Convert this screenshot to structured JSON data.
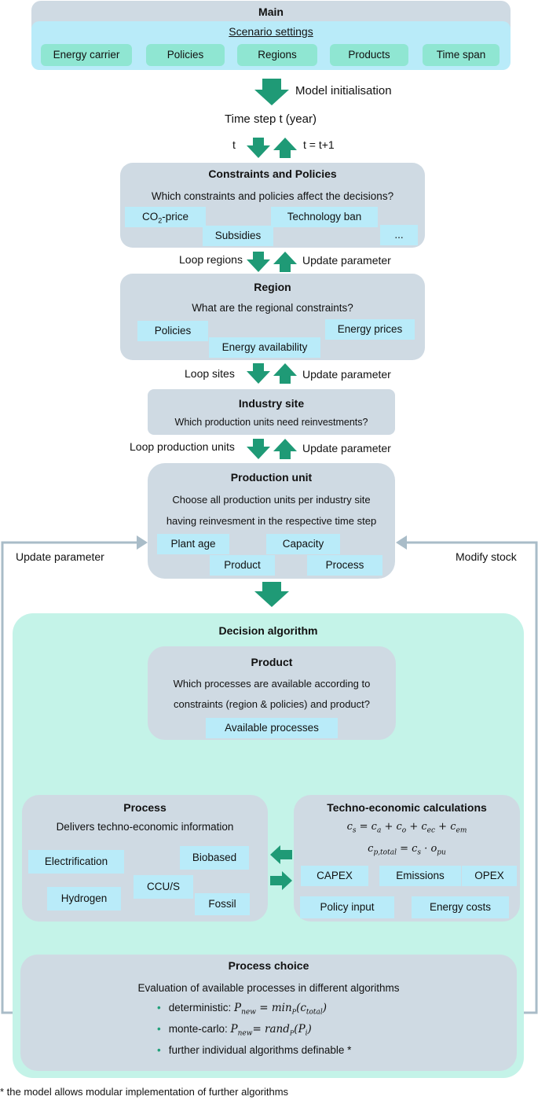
{
  "main": {
    "title": "Main",
    "scenario_settings": "Scenario settings",
    "settings": [
      "Energy carrier",
      "Policies",
      "Regions",
      "Products",
      "Time span"
    ]
  },
  "flow": {
    "model_init": "Model initialisation",
    "time_step": "Time step t (year)",
    "t": "t",
    "t_next": "t = t+1",
    "loop_regions": "Loop regions",
    "loop_sites": "Loop sites",
    "loop_units": "Loop production units",
    "update_parameter": "Update parameter",
    "update_parameter_left": "Update parameter",
    "modify_stock": "Modify stock"
  },
  "constraints": {
    "title": "Constraints and Policies",
    "question": "Which constraints and policies affect the decisions?",
    "co2_prefix": "CO",
    "co2_sub": "2",
    "co2_suffix": "-price",
    "tech_ban": "Technology ban",
    "subsidies": "Subsidies",
    "more": "..."
  },
  "region": {
    "title": "Region",
    "question": "What are the regional constraints?",
    "policies": "Policies",
    "energy_prices": "Energy prices",
    "energy_availability": "Energy availability"
  },
  "industry_site": {
    "title": "Industry site",
    "question": "Which production units need reinvestments?"
  },
  "production_unit": {
    "title": "Production unit",
    "line1": "Choose all production units per industry site",
    "line2": "having reinvesment in the respective time step",
    "plant_age": "Plant age",
    "capacity": "Capacity",
    "product": "Product",
    "process": "Process"
  },
  "decision": {
    "title": "Decision algorithm",
    "product": {
      "title": "Product",
      "line1": "Which processes are available according to",
      "line2": "constraints (region & policies) and product?",
      "available": "Available processes"
    },
    "process": {
      "title": "Process",
      "subtitle": "Delivers techno-economic information",
      "electrification": "Electrification",
      "biobased": "Biobased",
      "ccus": "CCU/S",
      "hydrogen": "Hydrogen",
      "fossil": "Fossil"
    },
    "techno": {
      "title": "Techno-economic calculations",
      "capex": "CAPEX",
      "emissions": "Emissions",
      "opex": "OPEX",
      "policy_input": "Policy input",
      "energy_costs": "Energy costs"
    },
    "choice": {
      "title": "Process choice",
      "subtitle": "Evaluation of available processes in different algorithms",
      "deterministic": "deterministic:",
      "monte_carlo": "monte-carlo:",
      "further": "further individual algorithms definable *"
    }
  },
  "footnote": "*  the model allows modular implementation of further algorithms",
  "colors": {
    "grey_box": "#cfdae3",
    "light_blue": "#b9ebf9",
    "mint": "#8fe6d2",
    "decision_bg": "#c4f3e8",
    "arrow_green": "#1f9a76",
    "connector": "#a9bcc8"
  }
}
